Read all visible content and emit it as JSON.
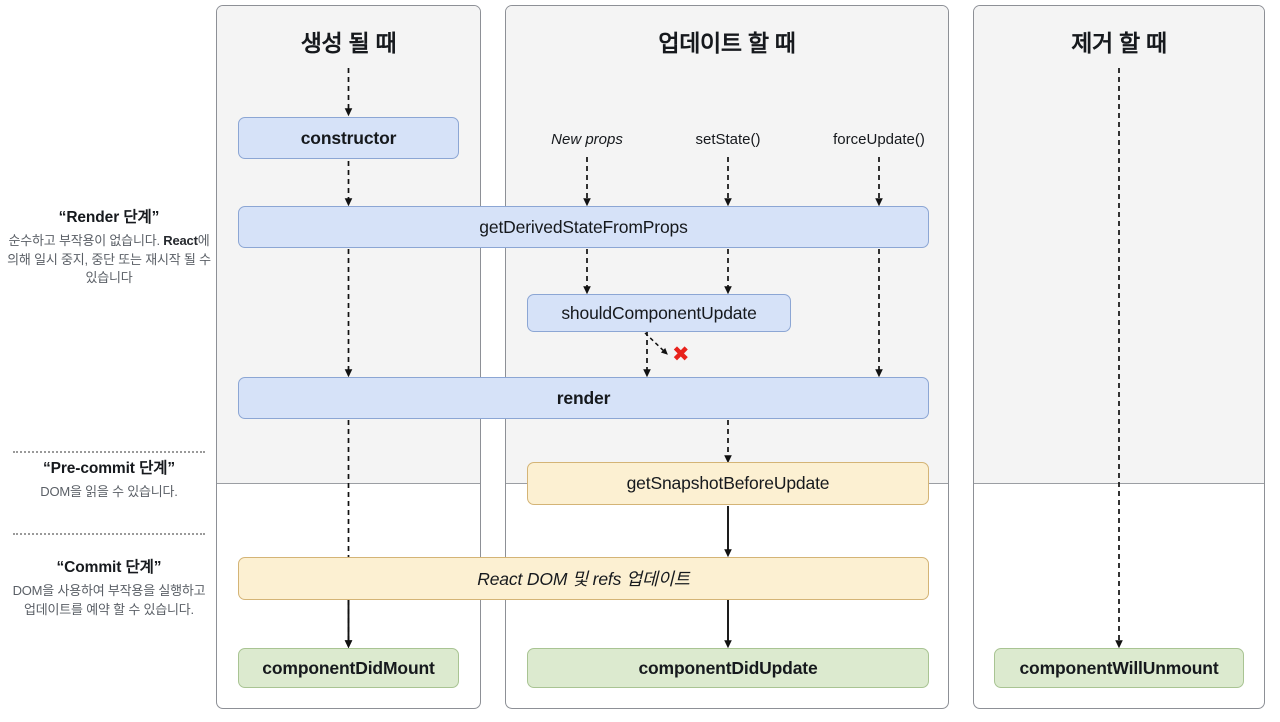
{
  "diagram": {
    "title": "React Component Lifecycle",
    "colors": {
      "blue_fill": "#d6e2f8",
      "blue_border": "#8ca6d4",
      "cream_fill": "#fcf0d2",
      "cream_border": "#d4b476",
      "green_fill": "#dceacf",
      "green_border": "#a9c493",
      "panel_border": "#8d9096",
      "shade_fill": "#f4f4f4",
      "x_mark": "#e8221c"
    }
  },
  "legend": [
    {
      "title": "“Render 단계”",
      "desc_parts": [
        "순수하고 부작용이 없습니다. ",
        "React",
        "에 의해 일시 중지, 중단 또는 재시작 될 수 있습니다"
      ]
    },
    {
      "title": "“Pre-commit 단계”",
      "desc_parts": [
        "DOM을 읽을 수 있습니다."
      ]
    },
    {
      "title": "“Commit 단계”",
      "desc_parts": [
        "DOM을 사용하여 부작용을 실행하고 업데이트를 예약 할 수 있습니다."
      ]
    }
  ],
  "columns": [
    {
      "id": "mounting",
      "header": "생성 될 때"
    },
    {
      "id": "updating",
      "header": "업데이트 할 때"
    },
    {
      "id": "unmounting",
      "header": "제거 할 때"
    }
  ],
  "triggers": [
    {
      "label": "New props",
      "style": "italic"
    },
    {
      "label": "setState()",
      "style": "normal"
    },
    {
      "label": "forceUpdate()",
      "style": "normal"
    }
  ],
  "boxes": {
    "constructor": "constructor",
    "get_derived_state_from_props": "getDerivedStateFromProps",
    "should_component_update": "shouldComponentUpdate",
    "render": "render",
    "get_snapshot_before_update": "getSnapshotBeforeUpdate",
    "react_dom_refs": "React DOM 및 refs 업데이트",
    "component_did_mount": "componentDidMount",
    "component_did_update": "componentDidUpdate",
    "component_will_unmount": "componentWillUnmount"
  },
  "annotations": {
    "skip_render_x": "✖"
  }
}
